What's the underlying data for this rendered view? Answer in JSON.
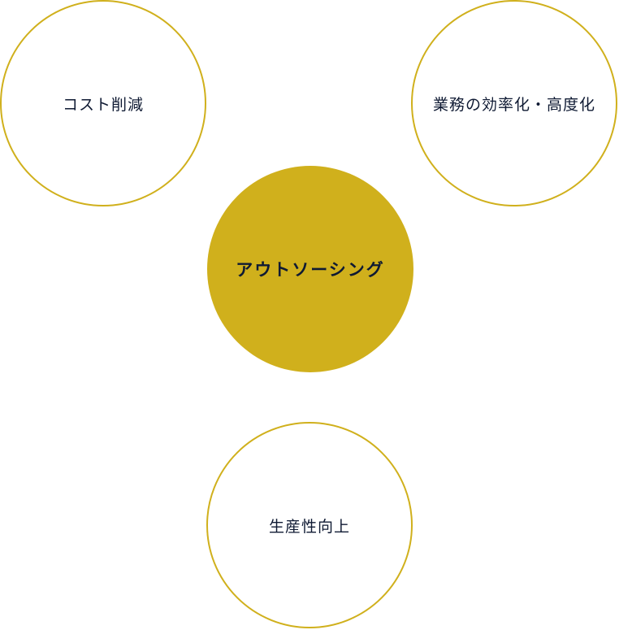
{
  "diagram": {
    "center": {
      "label": "アウトソーシング",
      "fill_color": "#d0b01c"
    },
    "benefits": [
      {
        "label": "コスト削減"
      },
      {
        "label": "業務の効率化・高度化"
      },
      {
        "label": "生産性向上"
      }
    ],
    "colors": {
      "accent": "#d0b01c",
      "text": "#0f1a33",
      "background": "#ffffff"
    }
  }
}
